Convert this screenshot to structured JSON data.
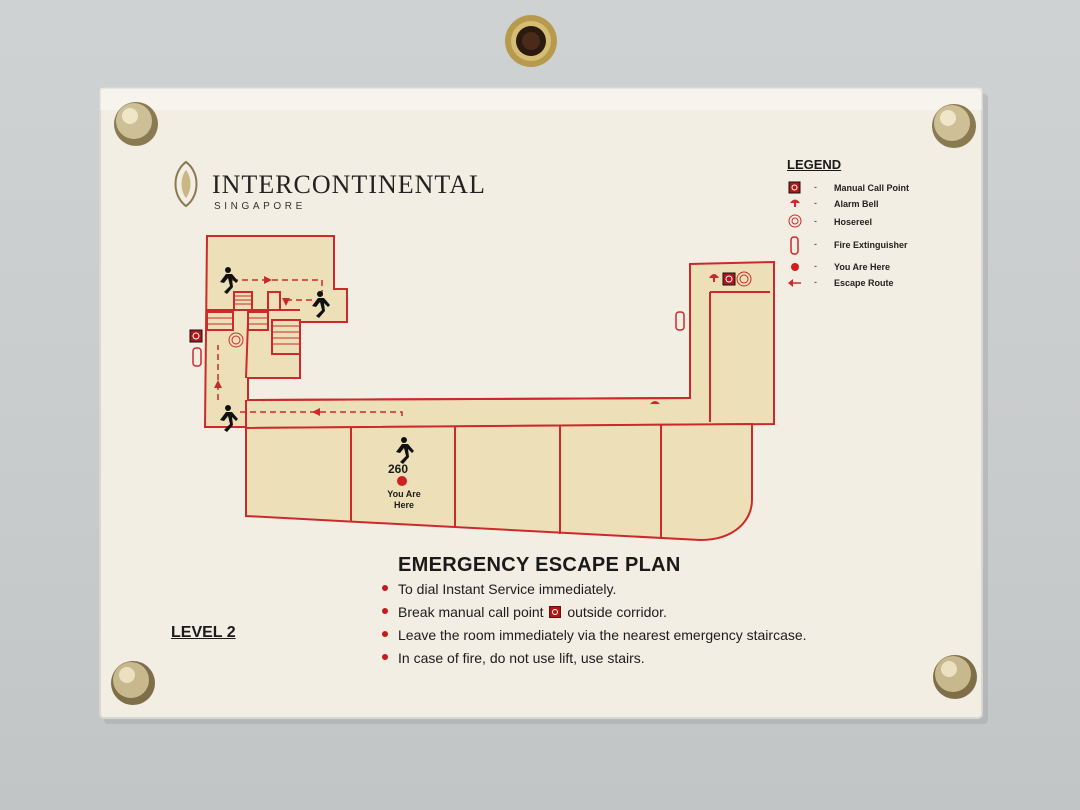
{
  "sign": {
    "brand_name": "INTERCONTINENTAL",
    "brand_location": "SINGAPORE",
    "title": "EMERGENCY ESCAPE PLAN",
    "level": "LEVEL 2"
  },
  "legend": {
    "title": "LEGEND",
    "separator": "-",
    "items": [
      {
        "icon": "manual-call-point-icon",
        "label": "Manual Call Point"
      },
      {
        "icon": "alarm-bell-icon",
        "label": "Alarm Bell"
      },
      {
        "icon": "hosereel-icon",
        "label": "Hosereel"
      },
      {
        "icon": "fire-extinguisher-icon",
        "label": "Fire Extinguisher"
      },
      {
        "icon": "you-are-here-icon",
        "label": "You Are Here"
      },
      {
        "icon": "escape-route-icon",
        "label": "Escape Route"
      }
    ]
  },
  "floor_plan": {
    "room_number": "260",
    "you_are_here": "You Are Here"
  },
  "instructions": [
    {
      "text": "To dial Instant Service immediately."
    },
    {
      "text_before": "Break manual call point",
      "text_after": "outside corridor."
    },
    {
      "text": "Leave the room immediately via the nearest emergency staircase."
    },
    {
      "text": "In case of fire, do not use lift, use stairs."
    }
  ],
  "colors": {
    "wall": "#cfd2d3",
    "panel": "#f4efe4",
    "floor_fill": "#ede0b8",
    "plan_red": "#cc2a2a",
    "text": "#1a1a1a"
  }
}
